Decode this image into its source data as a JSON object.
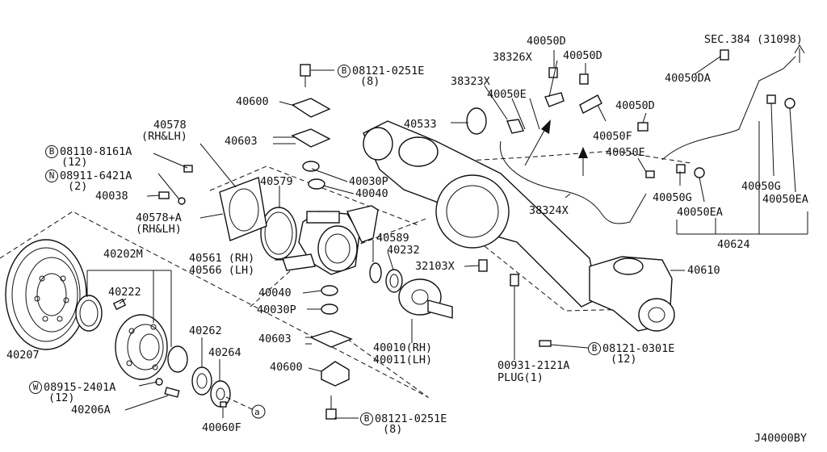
{
  "labels": {
    "l40050D_a": "40050D",
    "l38326X": "38326X",
    "l40050D_b": "40050D",
    "lSEC384": "SEC.384 (31098)",
    "l40050DA": "40050DA",
    "l08121_0251E_top": "08121-0251E",
    "l08121_0251E_top_q": "(8)",
    "l38323X": "38323X",
    "l40600_top": "40600",
    "l40050E_a": "40050E",
    "l40050D_c": "40050D",
    "l40578": "40578",
    "l40578_rhlh": "(RH&LH)",
    "l40533": "40533",
    "l40603_top": "40603",
    "l40050F": "40050F",
    "l08110_8161A": "08110-8161A",
    "l08110_q": "(12)",
    "l40050E_b": "40050E",
    "l08911_6421A": "08911-6421A",
    "l08911_q": "(2)",
    "l40579": "40579",
    "l40030P_top": "40030P",
    "l40040_top": "40040",
    "l40038": "40038",
    "l40050G_a": "40050G",
    "l40050G_b": "40050G",
    "l40050EA_a": "40050EA",
    "l40050EA_b": "40050EA",
    "l38324X": "38324X",
    "l40578A": "40578+A",
    "l40578A_rhlh": "(RH&LH)",
    "l40624": "40624",
    "l40589": "40589",
    "l40232": "40232",
    "l40202M": "40202M",
    "l40561": "40561 (RH)",
    "l40566": "40566 (LH)",
    "l32103X": "32103X",
    "l40610": "40610",
    "l40222": "40222",
    "l40040_mid": "40040",
    "l40030P_mid": "40030P",
    "l40262": "40262",
    "l40603_mid": "40603",
    "l40010": "40010(RH)",
    "l40011": "40011(LH)",
    "l08121_0301E": "08121-0301E",
    "l08121_0301E_q": "(12)",
    "l40207": "40207",
    "l40264": "40264",
    "l40600_mid": "40600",
    "l00931": "00931-2121A",
    "l00931_plug": "PLUG(1)",
    "l08915_2401A": "08915-2401A",
    "l08915_q": "(12)",
    "l40206A": "40206A",
    "l08121_0251E_bot": "08121-0251E",
    "l08121_0251E_bot_q": "(8)",
    "l40060F": "40060F",
    "lRef": "J40000BY",
    "circle_a": "a",
    "circle_B": "B",
    "circle_N": "N",
    "circle_W": "W"
  }
}
